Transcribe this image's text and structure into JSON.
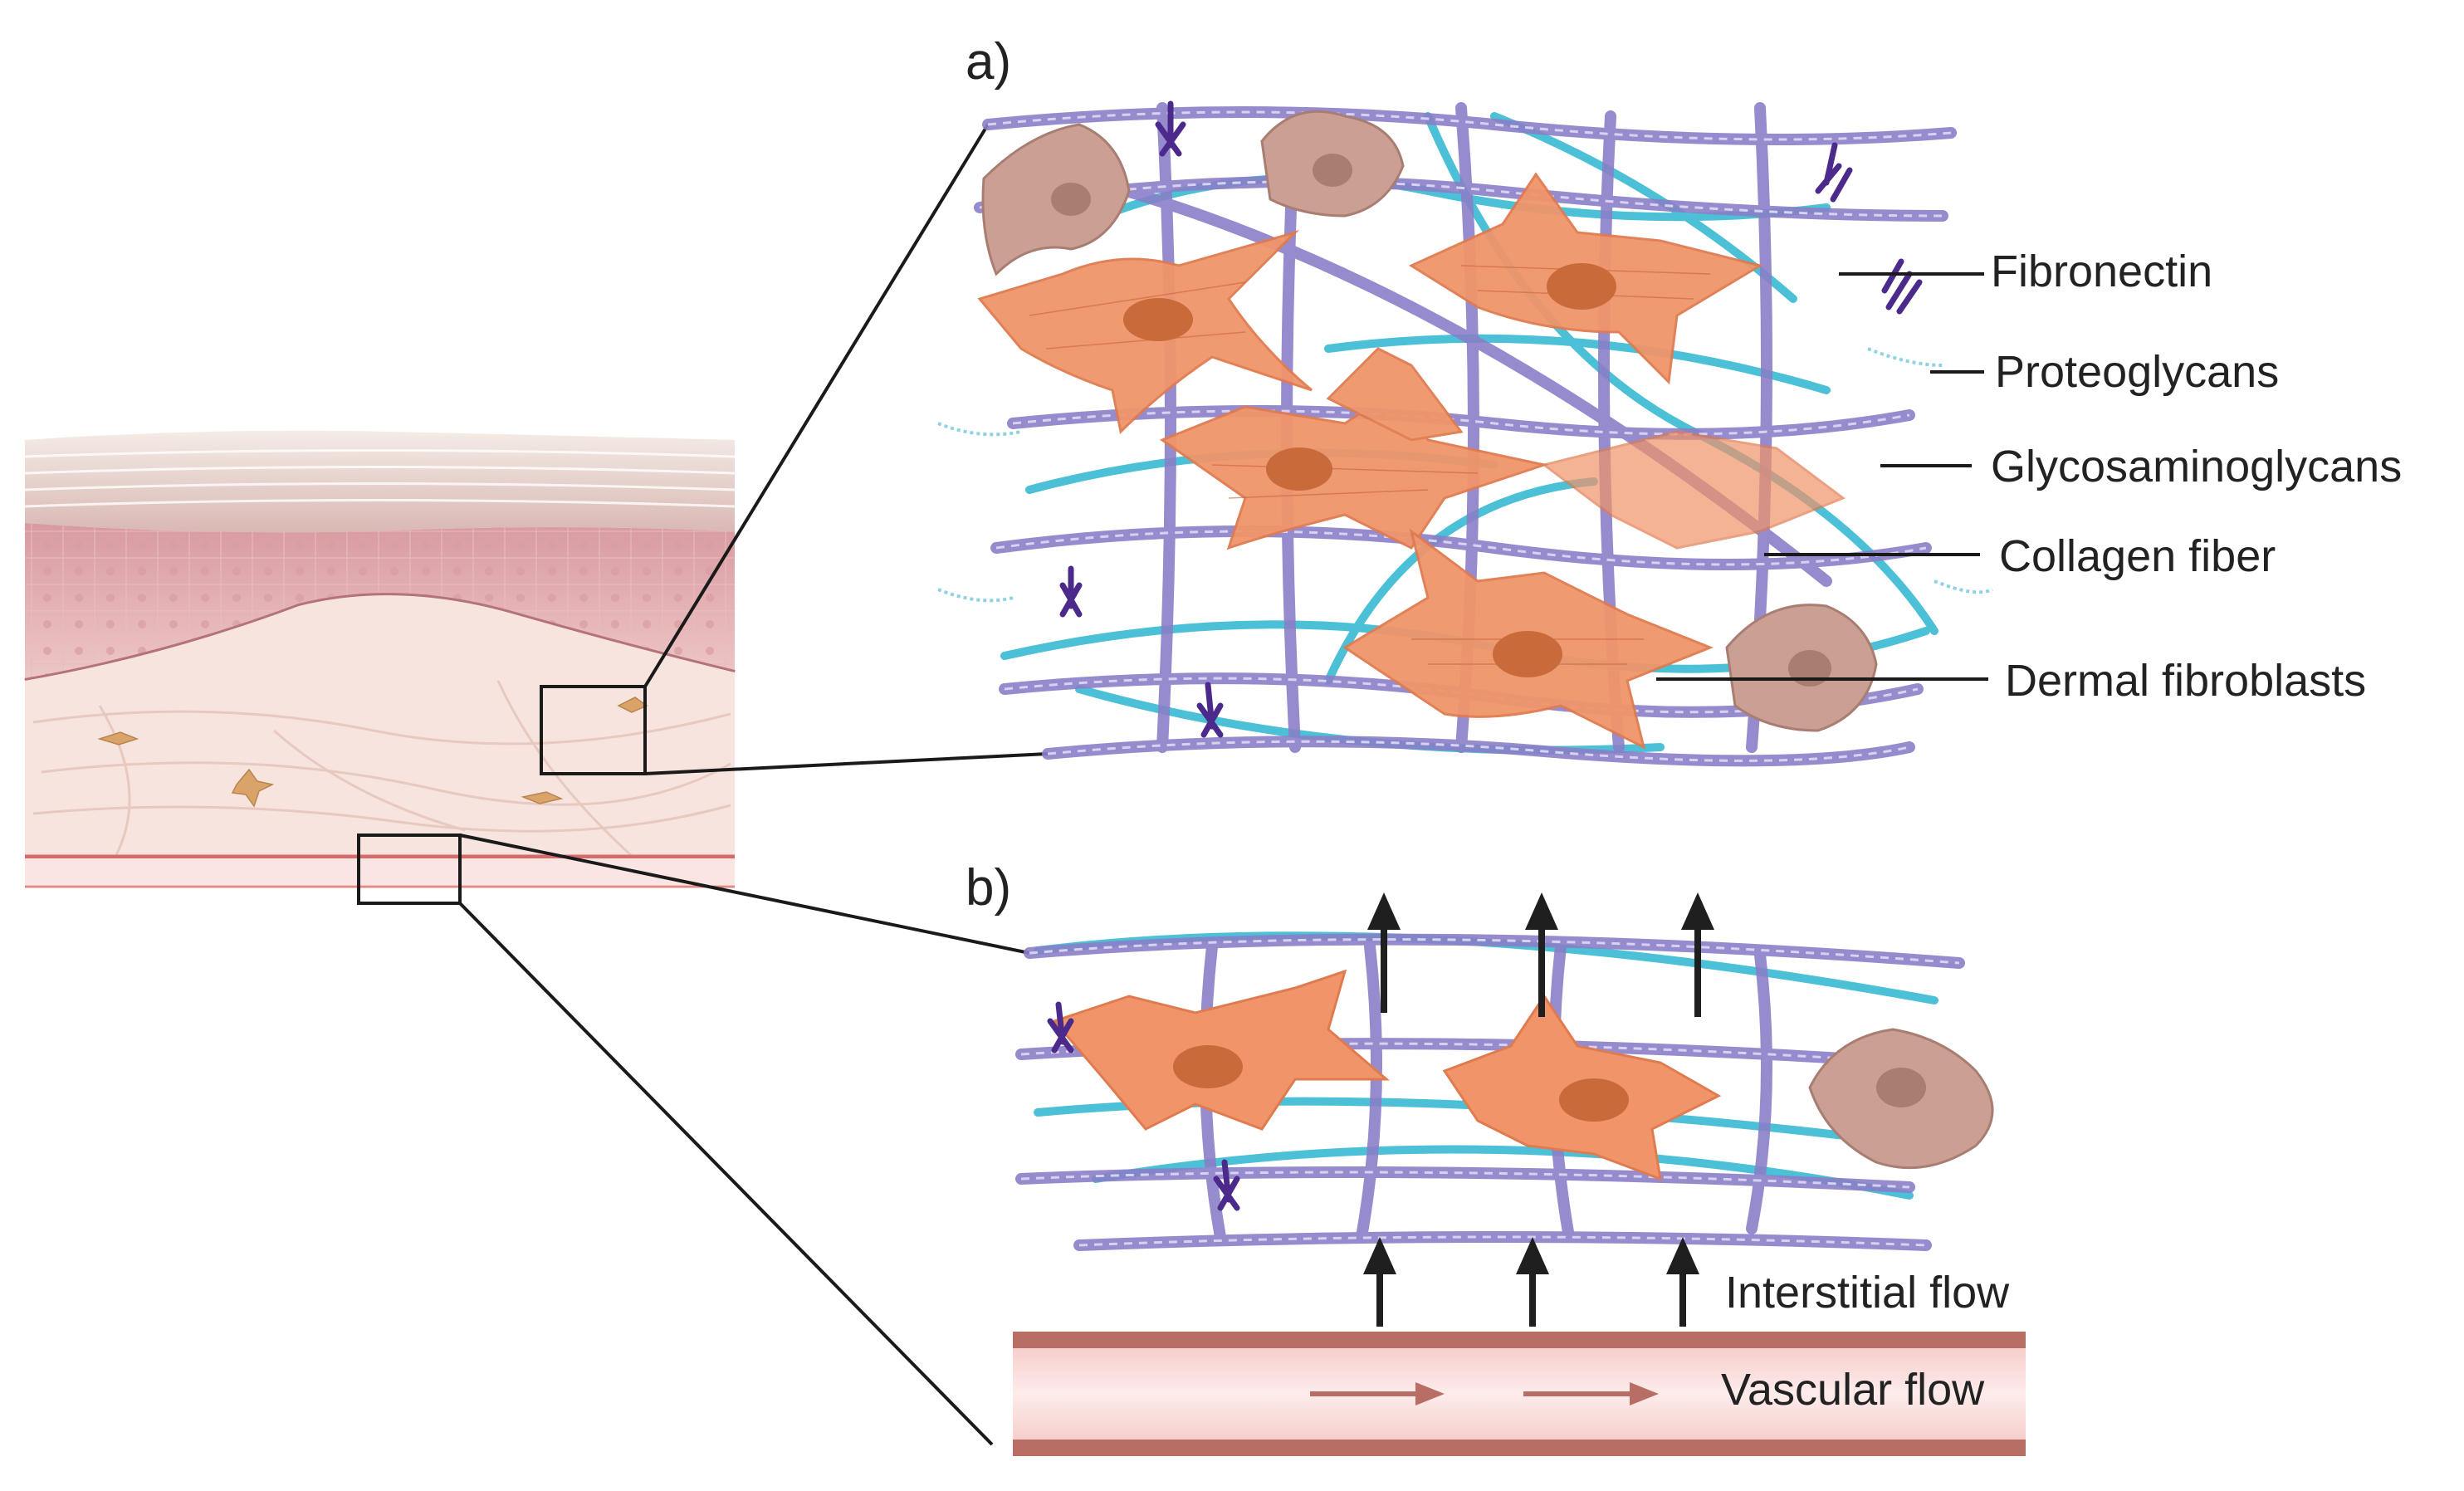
{
  "panels": {
    "a": {
      "letter": "a)"
    },
    "b": {
      "letter": "b)"
    }
  },
  "labels": {
    "fibronectin": "Fibronectin",
    "proteoglycans": "Proteoglycans",
    "glycosaminoglycans": "Glycosaminoglycans",
    "collagen_fiber": "Collagen fiber",
    "dermal_fibroblasts": "Dermal fibroblasts",
    "interstitial_flow": "Interstitial flow",
    "vascular_flow": "Vascular flow"
  },
  "colors": {
    "collagen": "#8a7fc8",
    "glycosaminoglycan": "#4cc0d6",
    "fibronectin": "#4b2a8c",
    "fibroblast": "#f0956a",
    "fibroblast_nucleus": "#c96a3a",
    "immune_cell": "#c9a093",
    "epidermis": "#e7b3b6",
    "stratum_corneum": "#efe3dc",
    "dermis": "#f8e4df",
    "vessel_wall": "#b86e64",
    "vessel_lumen": "#fbe3e1",
    "arrow": "#1f1f1f"
  }
}
